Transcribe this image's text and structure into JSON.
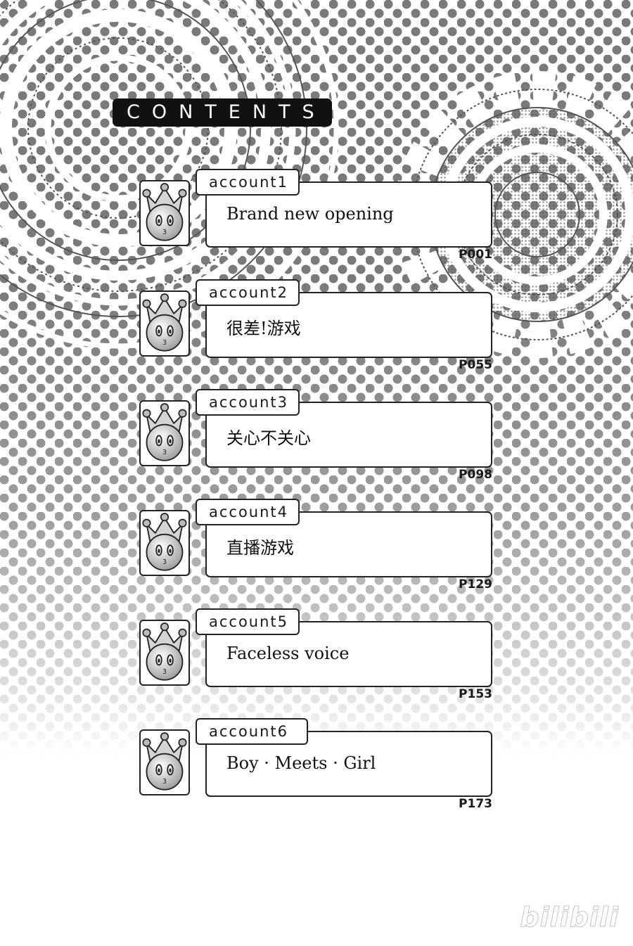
{
  "header": {
    "title": "CONTENTS"
  },
  "chapters": [
    {
      "label": "account1",
      "title": "Brand new opening",
      "page": "P001"
    },
    {
      "label": "account2",
      "title": "很差!游戏",
      "page": "P055"
    },
    {
      "label": "account3",
      "title": "关心不关心",
      "page": "P098"
    },
    {
      "label": "account4",
      "title": "直播游戏",
      "page": "P129"
    },
    {
      "label": "account5",
      "title": "Faceless voice",
      "page": "P153"
    },
    {
      "label": "account6",
      "title": "Boy · Meets · Girl",
      "page": "P173"
    }
  ],
  "avatar_badge": "3",
  "watermark": {
    "text": "bilibili"
  },
  "colors": {
    "ink": "#111111",
    "dot": "#777777",
    "paper": "#ffffff"
  }
}
